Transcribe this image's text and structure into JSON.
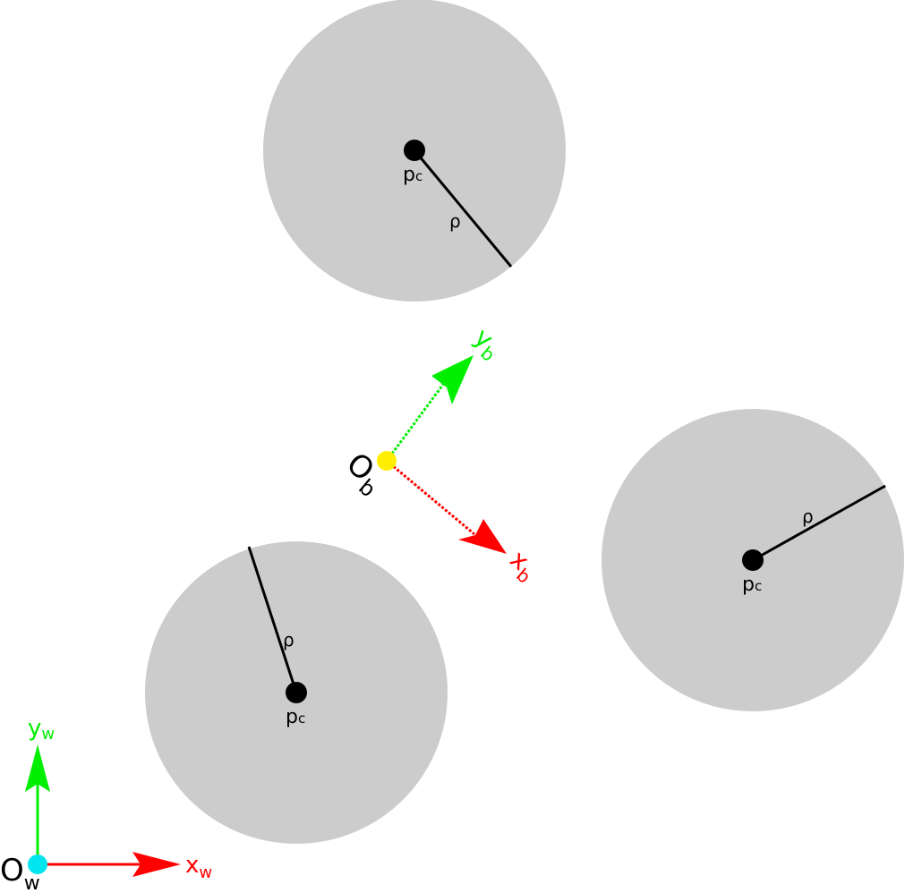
{
  "colors": {
    "background": "#ffffff",
    "circle_fill": "#cccccc",
    "center_point": "#000000",
    "radius_line": "#000000",
    "x_axis": "#ff0000",
    "y_axis": "#00ee00",
    "world_origin": "#00e5ee",
    "body_origin": "#ffee00"
  },
  "obstacles": [
    {
      "center_label": "p",
      "center_sub": "c",
      "radius_label": "ρ"
    },
    {
      "center_label": "p",
      "center_sub": "c",
      "radius_label": "ρ"
    },
    {
      "center_label": "p",
      "center_sub": "c",
      "radius_label": "ρ"
    }
  ],
  "world_frame": {
    "origin_label": "O",
    "origin_sub": "w",
    "x_label": "x",
    "x_sub": "w",
    "y_label": "y",
    "y_sub": "w"
  },
  "body_frame": {
    "origin_label": "O",
    "origin_sub": "b",
    "x_label": "x",
    "x_sub": "b",
    "y_label": "y",
    "y_sub": "b"
  }
}
